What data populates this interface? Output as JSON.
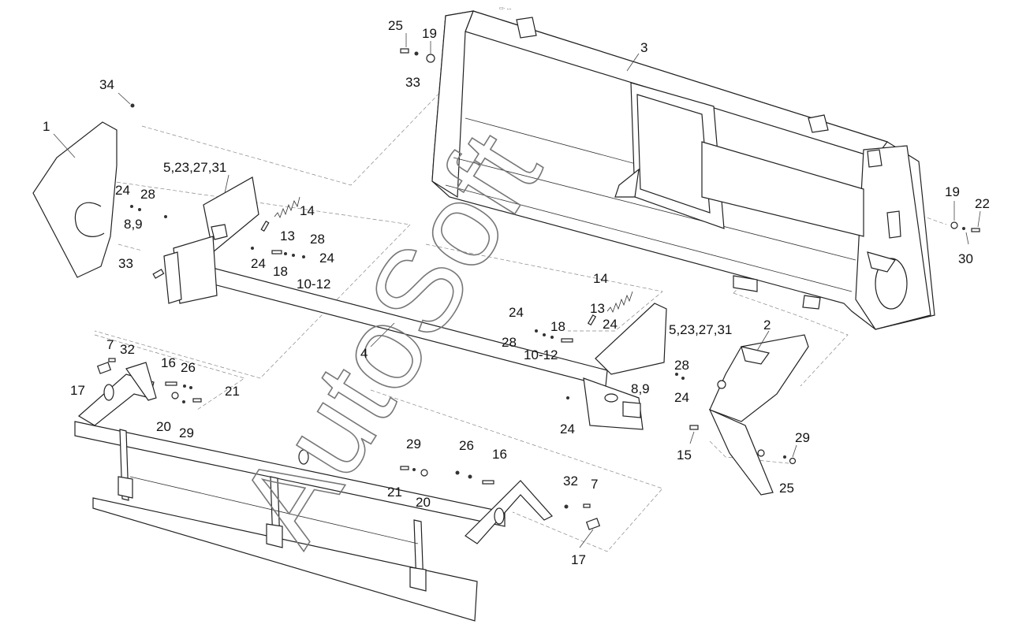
{
  "header_mark": "▭· ․․․",
  "watermark": "AutoSoft",
  "callouts": {
    "c1": "1",
    "c2": "2",
    "c3": "3",
    "c4": "4",
    "c34": "34",
    "c5a": "5,23,27,31",
    "c5b": "5,23,27,31",
    "c24a": "24",
    "c28a": "28",
    "c89a": "8,9",
    "c33a": "33",
    "c14a": "14",
    "c13a": "13",
    "c28b": "28",
    "c24b": "24",
    "c24c": "24",
    "c18a": "18",
    "c1012a": "10-12",
    "c25a": "25",
    "c19a": "19",
    "c33b": "33",
    "c14b": "14",
    "c24d": "24",
    "c13b": "13",
    "c24e": "24",
    "c18b": "18",
    "c28c": "28",
    "c1012b": "10-12",
    "c28d": "28",
    "c89b": "8,9",
    "c24f": "24",
    "c24g": "24",
    "c19b": "19",
    "c22": "22",
    "c30": "30",
    "c7a": "7",
    "c32a": "32",
    "c16a": "16",
    "c26a": "26",
    "c17a": "17",
    "c21a": "21",
    "c20a": "20",
    "c29a": "29",
    "c29b": "29",
    "c26b": "26",
    "c16b": "16",
    "c21b": "21",
    "c20b": "20",
    "c32b": "32",
    "c7b": "7",
    "c17b": "17",
    "c15": "15",
    "c29c": "29",
    "c25b": "25"
  }
}
